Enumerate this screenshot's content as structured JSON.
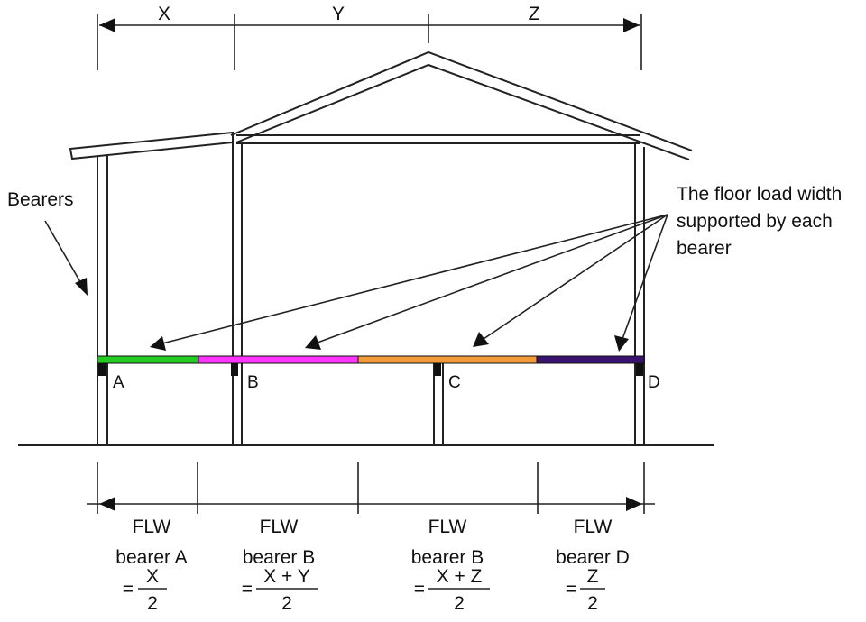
{
  "dimensions_top": {
    "x": "X",
    "y": "Y",
    "z": "Z"
  },
  "labels": {
    "bearers": "Bearers",
    "floor_load_line1": "The floor load width",
    "floor_load_line2": "supported by each",
    "floor_load_line3": "bearer"
  },
  "points": {
    "a": "A",
    "b": "B",
    "c": "C",
    "d": "D"
  },
  "flw_columns": [
    {
      "line1": "FLW",
      "line2": "bearer A",
      "eq": "=",
      "numerator": "X",
      "denominator": "2"
    },
    {
      "line1": "FLW",
      "line2": "bearer B",
      "eq": "=",
      "numerator": "X + Y",
      "denominator": "2"
    },
    {
      "line1": "FLW",
      "line2": "bearer B",
      "eq": "=",
      "numerator": "X + Z",
      "denominator": "2"
    },
    {
      "line1": "FLW",
      "line2": "bearer D",
      "eq": "=",
      "numerator": "Z",
      "denominator": "2"
    }
  ],
  "colors": {
    "segment_a": "#22cc22",
    "segment_b": "#ff33ff",
    "segment_c": "#f29a38",
    "segment_d": "#3a1270",
    "line": "#222222"
  }
}
